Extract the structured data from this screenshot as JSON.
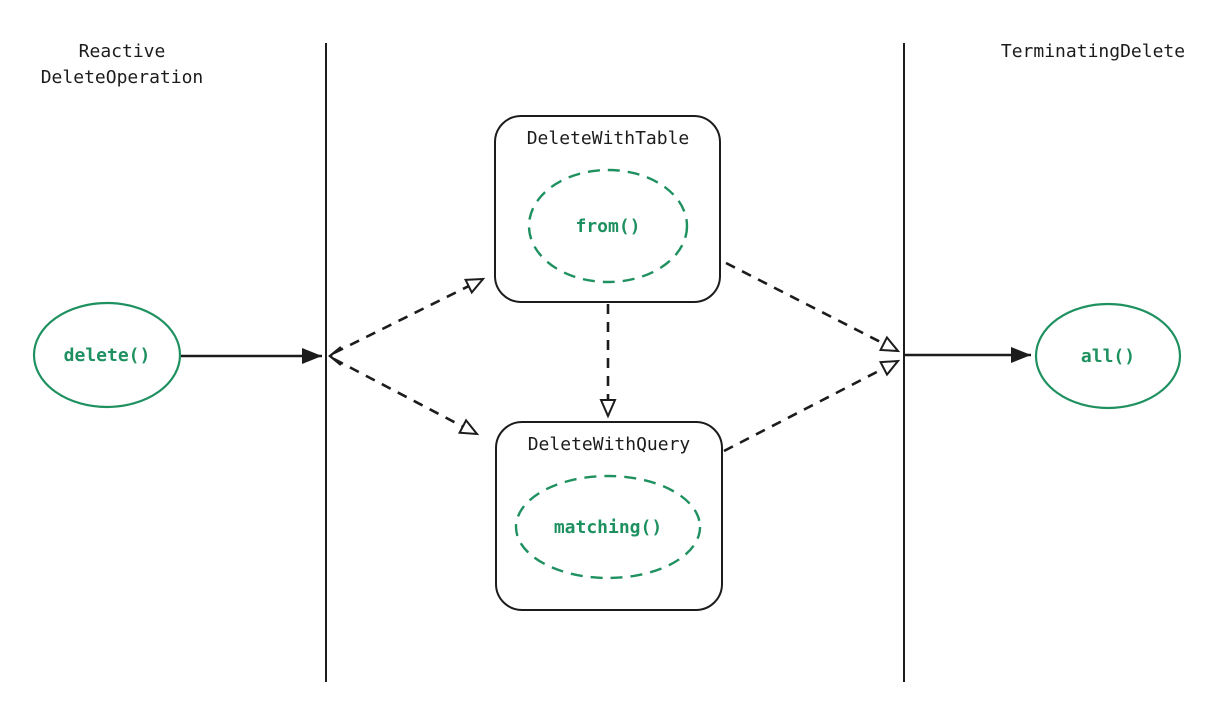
{
  "diagram": {
    "left_label": {
      "line1": "Reactive",
      "line2": "DeleteOperation"
    },
    "right_label": "TerminatingDelete",
    "left_node": {
      "label": "delete()"
    },
    "right_node": {
      "label": "all()"
    },
    "table_box": {
      "title": "DeleteWithTable",
      "method": "from()"
    },
    "query_box": {
      "title": "DeleteWithQuery",
      "method": "matching()"
    },
    "colors": {
      "green": "#1f9160",
      "ink": "#1c1c1c",
      "background": "#ffffff"
    }
  }
}
